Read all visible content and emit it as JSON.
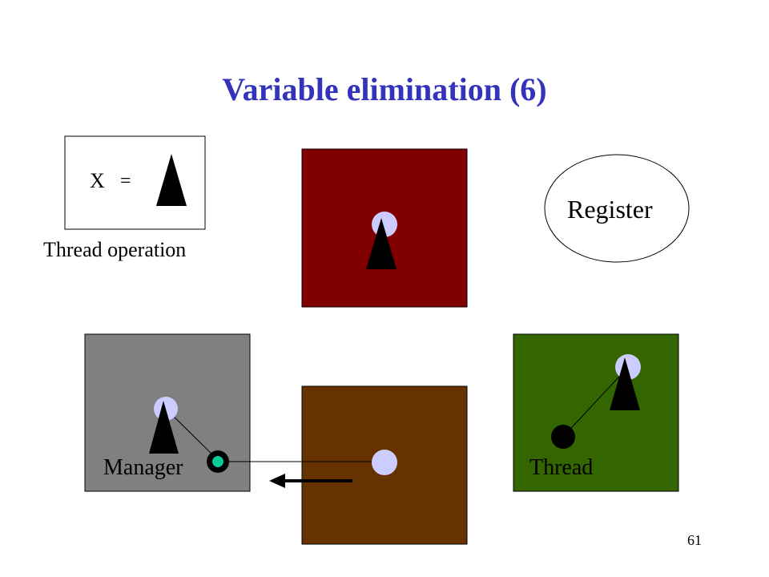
{
  "slide": {
    "title": "Variable elimination (6)",
    "page_number": "61"
  },
  "legend": {
    "variable_name": "X",
    "equals_sign": "=",
    "caption": "Thread operation"
  },
  "register": {
    "label": "Register"
  },
  "boxes": {
    "manager_label": "Manager",
    "thread_label": "Thread"
  },
  "colors": {
    "title": "#3333bb",
    "box_dark_red": "#800000",
    "box_gray": "#808080",
    "box_brown": "#663300",
    "box_green": "#336600",
    "token_lavender": "#ccccff",
    "token_teal": "#00cc99",
    "token_black": "#000000"
  }
}
